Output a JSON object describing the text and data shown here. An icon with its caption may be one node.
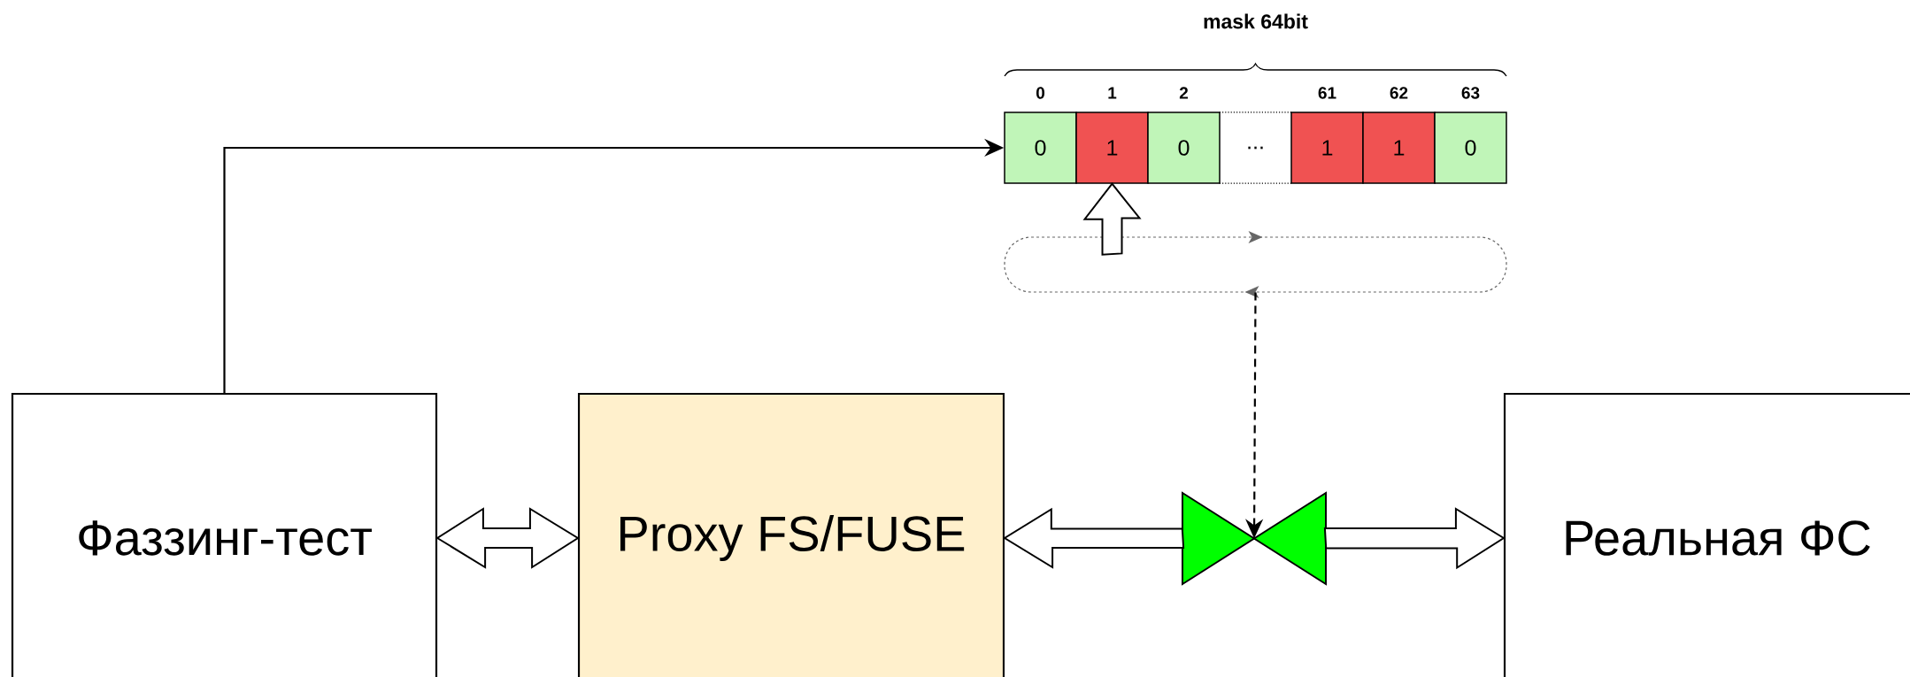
{
  "diagram": {
    "nodes": [
      {
        "text": [
          "Фаззинг-тест"
        ]
      },
      {
        "text": [
          "Proxy FS/FUSE"
        ]
      },
      {
        "text": [],
        "shape": "valve"
      },
      {
        "text": [
          "Реальная ФС"
        ]
      },
      {
        "text": [
          "0"
        ],
        "beside": [
          "0"
        ]
      },
      {
        "text": [
          "1"
        ],
        "beside": [
          "1"
        ]
      },
      {
        "text": [
          "0"
        ],
        "beside": [
          "2"
        ]
      },
      {
        "text": [
          "..."
        ]
      },
      {
        "text": [
          "1"
        ],
        "beside": [
          "61"
        ]
      },
      {
        "text": [
          "1"
        ],
        "beside": [
          "62"
        ]
      },
      {
        "text": [
          "0"
        ],
        "beside": [
          "63"
        ]
      },
      {
        "text": [],
        "shape": "box"
      }
    ],
    "edges": [
      {
        "from": 0,
        "to": 4,
        "arrow": "to"
      },
      {
        "from": 0,
        "to": 1,
        "arrow": "both",
        "style": "thick"
      },
      {
        "from": 2,
        "to": 1,
        "arrow": "to",
        "style": "thick"
      },
      {
        "from": 2,
        "to": 3,
        "arrow": "to",
        "style": "thick"
      },
      {
        "from": 11,
        "to": 5,
        "arrow": "to",
        "style": "thick"
      },
      {
        "from": 11,
        "to": 2,
        "arrow": "to",
        "style": "dashed"
      }
    ],
    "labels": [
      "mask 64bit"
    ]
  }
}
